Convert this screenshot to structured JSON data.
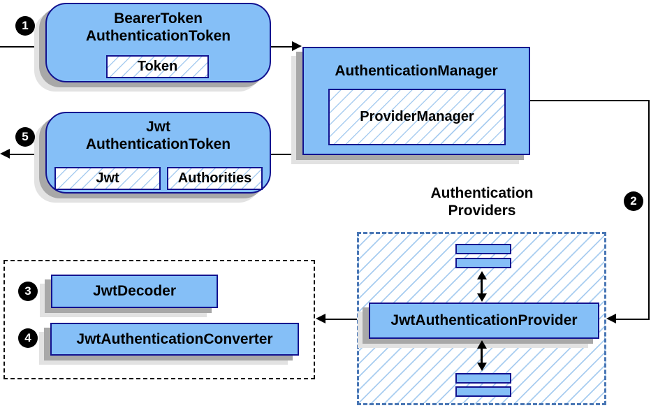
{
  "colors": {
    "node_fill": "#85bff7",
    "node_border": "#12128f",
    "hatch_line": "#a9cdf0",
    "dashed_box_border": "#4a77b5",
    "shadow_dark": "#a8a8a8",
    "shadow_light": "#e2e2e2",
    "connector": "#000000",
    "badge_bg": "#000000",
    "badge_text": "#ffffff"
  },
  "nodes": {
    "bearer_token": {
      "title_line1": "BearerToken",
      "title_line2": "AuthenticationToken",
      "token": "Token"
    },
    "authentication_manager": {
      "title": "AuthenticationManager",
      "provider_manager": "ProviderManager"
    },
    "jwt_authentication_token": {
      "title_line1": "Jwt",
      "title_line2": "AuthenticationToken",
      "jwt": "Jwt",
      "authorities": "Authorities"
    },
    "authentication_providers": {
      "label_line1": "Authentication",
      "label_line2": "Providers",
      "jwt_authentication_provider": "JwtAuthenticationProvider"
    },
    "converter_group": {
      "jwt_decoder": "JwtDecoder",
      "jwt_authentication_converter": "JwtAuthenticationConverter"
    }
  },
  "steps": {
    "one": "1",
    "two": "2",
    "three": "3",
    "four": "4",
    "five": "5"
  }
}
